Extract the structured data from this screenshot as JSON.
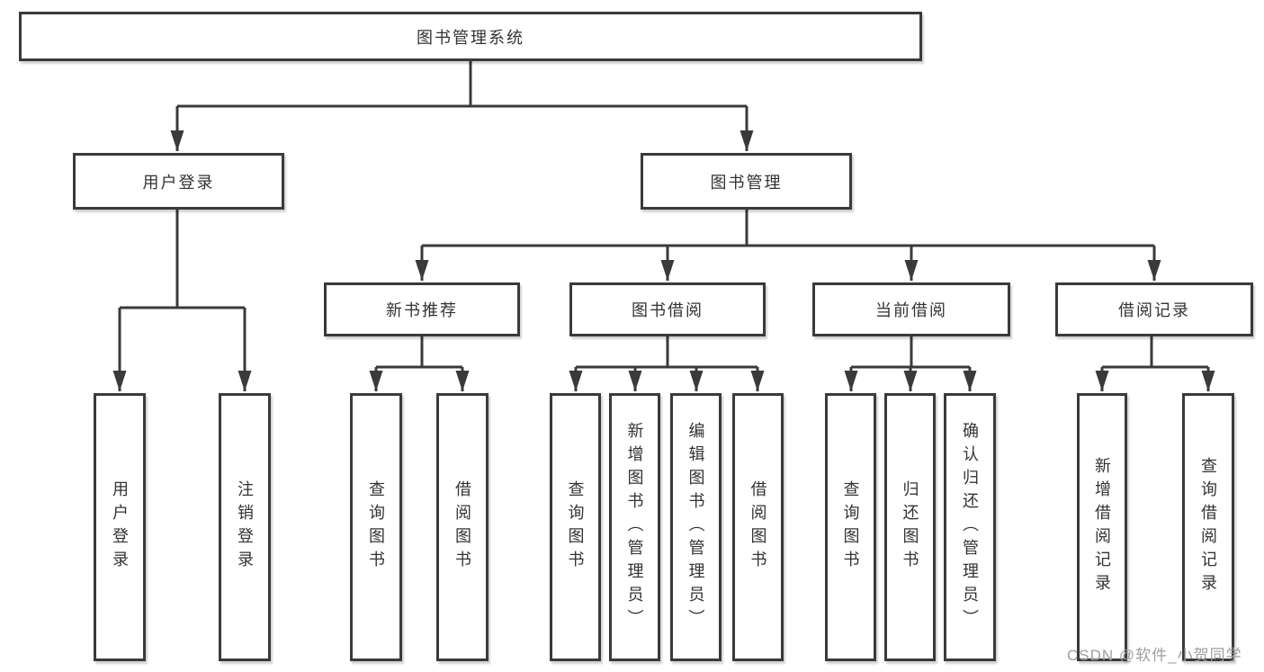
{
  "tree": {
    "label": "图书管理系统",
    "children": [
      {
        "label": "用户登录",
        "children": [
          {
            "label": "用户登录"
          },
          {
            "label": "注销登录"
          }
        ]
      },
      {
        "label": "图书管理",
        "children": [
          {
            "label": "新书推荐",
            "children": [
              {
                "label": "查询图书"
              },
              {
                "label": "借阅图书"
              }
            ]
          },
          {
            "label": "图书借阅",
            "children": [
              {
                "label": "查询图书"
              },
              {
                "label": "新增图书（管理员）"
              },
              {
                "label": "编辑图书（管理员）"
              },
              {
                "label": "借阅图书"
              }
            ]
          },
          {
            "label": "当前借阅",
            "children": [
              {
                "label": "查询图书"
              },
              {
                "label": "归还图书"
              },
              {
                "label": "确认归还（管理员）"
              }
            ]
          },
          {
            "label": "借阅记录",
            "children": [
              {
                "label": "新增借阅记录"
              },
              {
                "label": "查询借阅记录"
              }
            ]
          }
        ]
      }
    ]
  },
  "watermark": {
    "text": "CSDN @软件_小贺同学"
  },
  "colors": {
    "background": "#ffffff",
    "line": "#3a3a3a",
    "box_border": "#3a3a3a",
    "box_fill": "#ffffff",
    "text": "#333333",
    "watermark": "#9e9e9e"
  }
}
